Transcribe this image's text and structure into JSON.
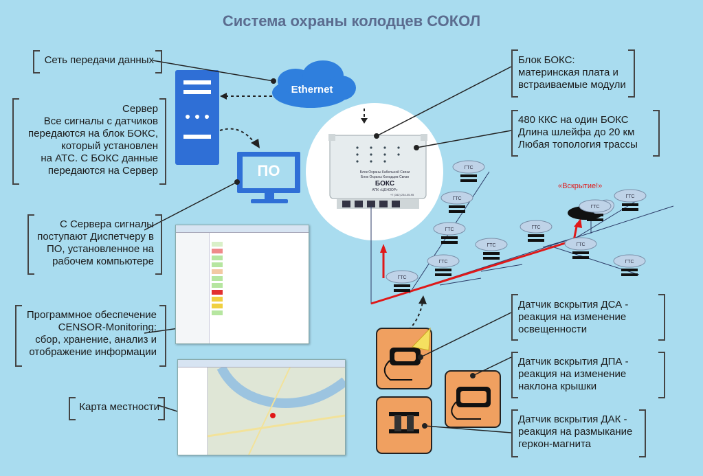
{
  "title": "Система охраны колодцев СОКОЛ",
  "cloud_label": "Ethernet",
  "po_label": "ПО",
  "network_label": "Сеть передачи данных",
  "server_text": [
    "Сервер",
    "Все сигналы с датчиков",
    "передаются на блок БОКС,",
    "который установлен",
    "на АТС. С БОКС данные",
    "передаются на Сервер"
  ],
  "dispatcher_text": [
    "С Сервера сигналы",
    "поступают Диспетчеру в",
    "ПО, установленное на",
    "рабочем компьютере"
  ],
  "software_text": [
    "Программное обеспечение",
    "CENSOR-Monitoring:",
    "сбор, хранение, анализ и",
    "отображение информации"
  ],
  "map_text": "Карта местности",
  "box_label_text": [
    "Блок БОКС:",
    "материнская плата и",
    "встраиваемые модули"
  ],
  "ccs_text": [
    "480 ККС на один БОКС",
    "Длина шлейфа до 20 км",
    "Любая топология трассы"
  ],
  "alarm_text": "«Вскрытие!»",
  "well_label": "ГТС",
  "box_device": {
    "name": "БОКС",
    "line1": "Блок Охраны Кабельной Связи",
    "line2": "Блок Охраны Колодцев Связи",
    "line3": "АПК «ЦЕНЗОР»",
    "phone": "+7 (342) 234-05-95"
  },
  "dsa_text": [
    "Датчик вскрытия ДСА -",
    "реакция на изменение",
    "освещенности"
  ],
  "dpa_text": [
    "Датчик вскрытия ДПА -",
    "реакция на изменение",
    "наклона крышки"
  ],
  "dak_text": [
    "Датчик вскрытия ДАК -",
    "реакция на размыкание",
    "геркон-магнита"
  ],
  "colors": {
    "background": "#a9dcef",
    "title": "#5b6c8f",
    "server": "#2f6fd6",
    "alarm_red": "#e01818",
    "sensor_orange": "#f0a060",
    "cloud": "#2f7fdd"
  }
}
